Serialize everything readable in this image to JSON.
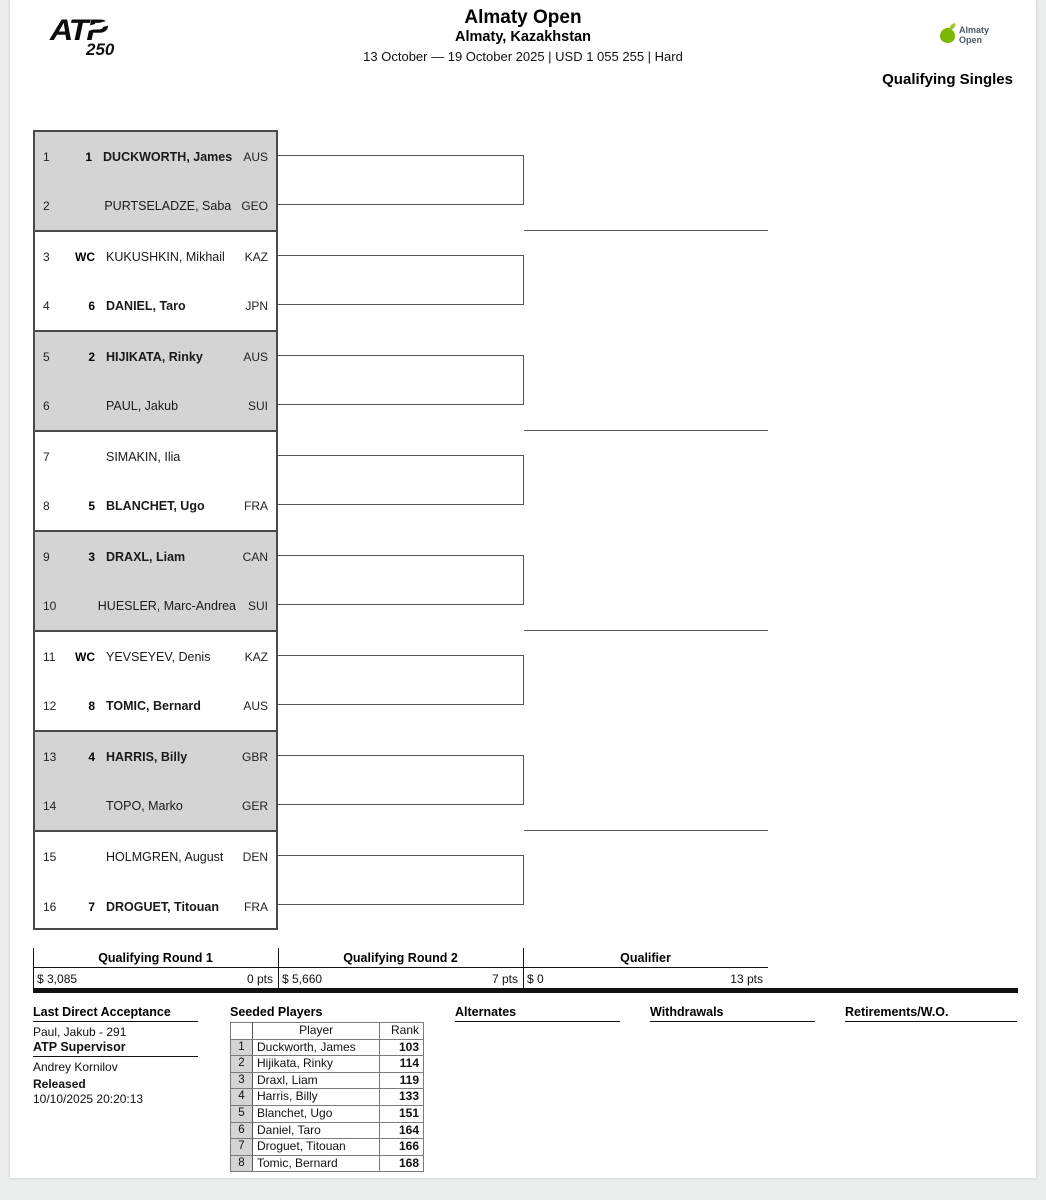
{
  "header": {
    "tournament": "Almaty Open",
    "location": "Almaty, Kazakhstan",
    "details": "13 October — 19 October 2025 | USD 1 055 255 | Hard",
    "draw_type": "Qualifying Singles",
    "atp_logo_text": "ATP",
    "atp_logo_tier": "250",
    "tournament_logo_line1": "Almaty",
    "tournament_logo_line2": "Open"
  },
  "draw": {
    "rows": [
      {
        "num": "1",
        "seed": "1",
        "name": "DUCKWORTH, James",
        "country": "AUS",
        "bold": true,
        "shade": true
      },
      {
        "num": "2",
        "seed": "",
        "name": "PURTSELADZE, Saba",
        "country": "GEO",
        "bold": false,
        "shade": true
      },
      {
        "num": "3",
        "seed": "WC",
        "name": "KUKUSHKIN, Mikhail",
        "country": "KAZ",
        "bold": false,
        "shade": false
      },
      {
        "num": "4",
        "seed": "6",
        "name": "DANIEL, Taro",
        "country": "JPN",
        "bold": true,
        "shade": false
      },
      {
        "num": "5",
        "seed": "2",
        "name": "HIJIKATA, Rinky",
        "country": "AUS",
        "bold": true,
        "shade": true
      },
      {
        "num": "6",
        "seed": "",
        "name": "PAUL, Jakub",
        "country": "SUI",
        "bold": false,
        "shade": true
      },
      {
        "num": "7",
        "seed": "",
        "name": "SIMAKIN, Ilia",
        "country": "",
        "bold": false,
        "shade": false
      },
      {
        "num": "8",
        "seed": "5",
        "name": "BLANCHET, Ugo",
        "country": "FRA",
        "bold": true,
        "shade": false
      },
      {
        "num": "9",
        "seed": "3",
        "name": "DRAXL, Liam",
        "country": "CAN",
        "bold": true,
        "shade": true
      },
      {
        "num": "10",
        "seed": "",
        "name": "HUESLER, Marc-Andrea",
        "country": "SUI",
        "bold": false,
        "shade": true
      },
      {
        "num": "11",
        "seed": "WC",
        "name": "YEVSEYEV, Denis",
        "country": "KAZ",
        "bold": false,
        "shade": false
      },
      {
        "num": "12",
        "seed": "8",
        "name": "TOMIC, Bernard",
        "country": "AUS",
        "bold": true,
        "shade": false
      },
      {
        "num": "13",
        "seed": "4",
        "name": "HARRIS, Billy",
        "country": "GBR",
        "bold": true,
        "shade": true
      },
      {
        "num": "14",
        "seed": "",
        "name": "TOPO, Marko",
        "country": "GER",
        "bold": false,
        "shade": true
      },
      {
        "num": "15",
        "seed": "",
        "name": "HOLMGREN, August",
        "country": "DEN",
        "bold": false,
        "shade": false
      },
      {
        "num": "16",
        "seed": "7",
        "name": "DROGUET, Titouan",
        "country": "FRA",
        "bold": true,
        "shade": false
      }
    ]
  },
  "rounds": [
    {
      "title": "Qualifying Round 1",
      "money": "$ 3,085",
      "points": "0 pts"
    },
    {
      "title": "Qualifying Round 2",
      "money": "$ 5,660",
      "points": "7 pts"
    },
    {
      "title": "Qualifier",
      "money": "$ 0",
      "points": "13 pts"
    }
  ],
  "footer": {
    "lda_heading": "Last Direct Acceptance",
    "lda_value": "Paul, Jakub - 291",
    "supervisor_heading": "ATP Supervisor",
    "supervisor_name": "Andrey Kornilov",
    "released_heading": "Released",
    "released_value": "10/10/2025 20:20:13",
    "alternates_heading": "Alternates",
    "withdrawals_heading": "Withdrawals",
    "retirements_heading": "Retirements/W.O.",
    "seeded_heading": "Seeded Players",
    "seeded_col_player": "Player",
    "seeded_col_rank": "Rank",
    "seeded": [
      {
        "idx": "1",
        "player": "Duckworth, James",
        "rank": "103"
      },
      {
        "idx": "2",
        "player": "Hijikata, Rinky",
        "rank": "114"
      },
      {
        "idx": "3",
        "player": "Draxl, Liam",
        "rank": "119"
      },
      {
        "idx": "4",
        "player": "Harris, Billy",
        "rank": "133"
      },
      {
        "idx": "5",
        "player": "Blanchet, Ugo",
        "rank": "151"
      },
      {
        "idx": "6",
        "player": "Daniel, Taro",
        "rank": "164"
      },
      {
        "idx": "7",
        "player": "Droguet, Titouan",
        "rank": "166"
      },
      {
        "idx": "8",
        "player": "Tomic, Bernard",
        "rank": "168"
      }
    ]
  },
  "colors": {
    "shade": "#d4d4d4",
    "line": "#555555",
    "accent": "#7ab800"
  }
}
